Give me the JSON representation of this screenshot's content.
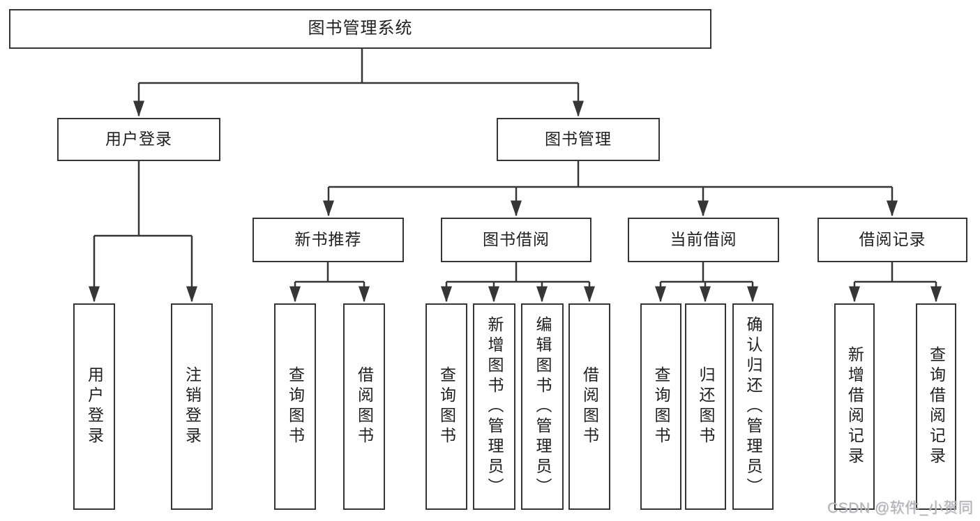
{
  "tree": {
    "root": "图书管理系统",
    "level2": [
      "用户登录",
      "图书管理"
    ],
    "level3": [
      "新书推荐",
      "图书借阅",
      "当前借阅",
      "借阅记录"
    ],
    "leaves_user": [
      "用户登录",
      "注销登录"
    ],
    "leaves_recommend": [
      "查询图书",
      "借阅图书"
    ],
    "leaves_borrow": [
      "查询图书",
      "新增图书（管理员）",
      "编辑图书（管理员）",
      "借阅图书"
    ],
    "leaves_current": [
      "查询图书",
      "归还图书",
      "确认归还（管理员）"
    ],
    "leaves_records": [
      "新增借阅记录",
      "查询借阅记录"
    ]
  },
  "watermark": "CSDN @软件_小贺同学",
  "colors": {
    "line": "#363636",
    "border": "#363636",
    "text": "#1f1f1f",
    "watermark": "#b1b1b6",
    "background": "#ffffff"
  }
}
